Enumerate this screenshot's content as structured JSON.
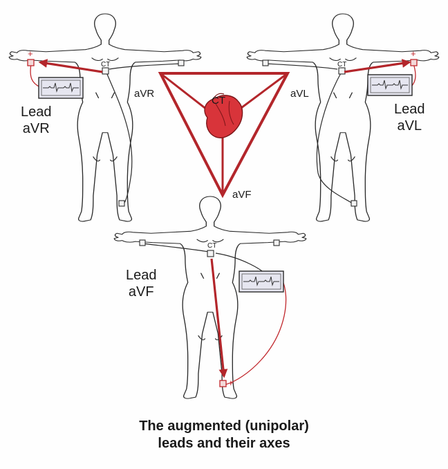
{
  "labels": {
    "lead_avr": [
      "Lead",
      "aVR"
    ],
    "lead_avl": [
      "Lead",
      "aVL"
    ],
    "lead_avf": [
      "Lead",
      "aVF"
    ],
    "tri_avr": "aVR",
    "tri_avl": "aVL",
    "tri_avf": "aVF",
    "tri_ct": "CT",
    "ct_small": "CT",
    "plus": "+"
  },
  "caption": [
    "The augmented (unipolar)",
    "leads and their axes"
  ],
  "colors": {
    "axis_red": "#b3262b",
    "heart_red": "#d8343a",
    "outline": "#2a2a2a",
    "monitor_fill": "#e6e6f0"
  }
}
